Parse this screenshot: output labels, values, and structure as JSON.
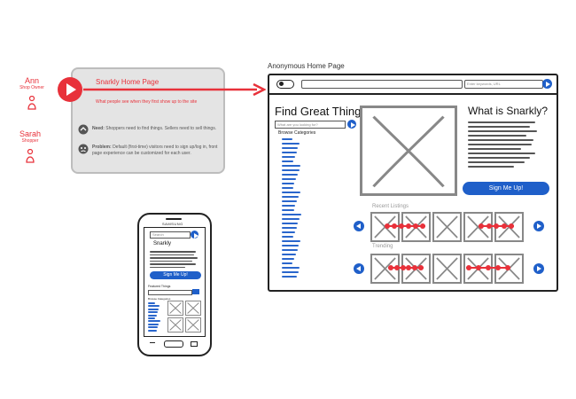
{
  "personas": [
    {
      "name": "Ann",
      "role": "Shop Owner"
    },
    {
      "name": "Sarah",
      "role": "Shopper"
    }
  ],
  "callout": {
    "title": "Snarkly Home Page",
    "subtitle": "What people see when they first show up to the site",
    "need_label": "Need:",
    "need_text": "Shoppers need to find things. Sellers need to sell things.",
    "problem_label": "Problem:",
    "problem_text": "Default (first-time) visitors need to sign up/log in, front page experience can be customized for each user."
  },
  "desktop": {
    "caption": "Anonymous Home Page",
    "search_placeholder": "Enter keywords, URL",
    "find_heading": "Find Great Things",
    "find_input_placeholder": "What are you looking for?",
    "browse_categories": "Browse Categories",
    "what_heading": "What is Snarkly?",
    "signup_button": "Sign Me Up!",
    "recent_listings": "Recent Listings",
    "trending": "Trending"
  },
  "mobile": {
    "brand": "SAMSUNG",
    "search_placeholder": "Search",
    "snarkly_heading": "Snarkly",
    "signup_button": "Sign Me Up!",
    "featured_label": "Featured Things",
    "browse_categories": "Browse Categories"
  },
  "colors": {
    "accent_red": "#e8313a",
    "accent_blue": "#1f5fc9",
    "callout_bg": "#e4e4e4"
  },
  "icons": [
    "play-icon",
    "person-icon",
    "need-icon",
    "problem-icon",
    "arrow-left-icon",
    "arrow-right-icon",
    "image-placeholder-icon"
  ]
}
